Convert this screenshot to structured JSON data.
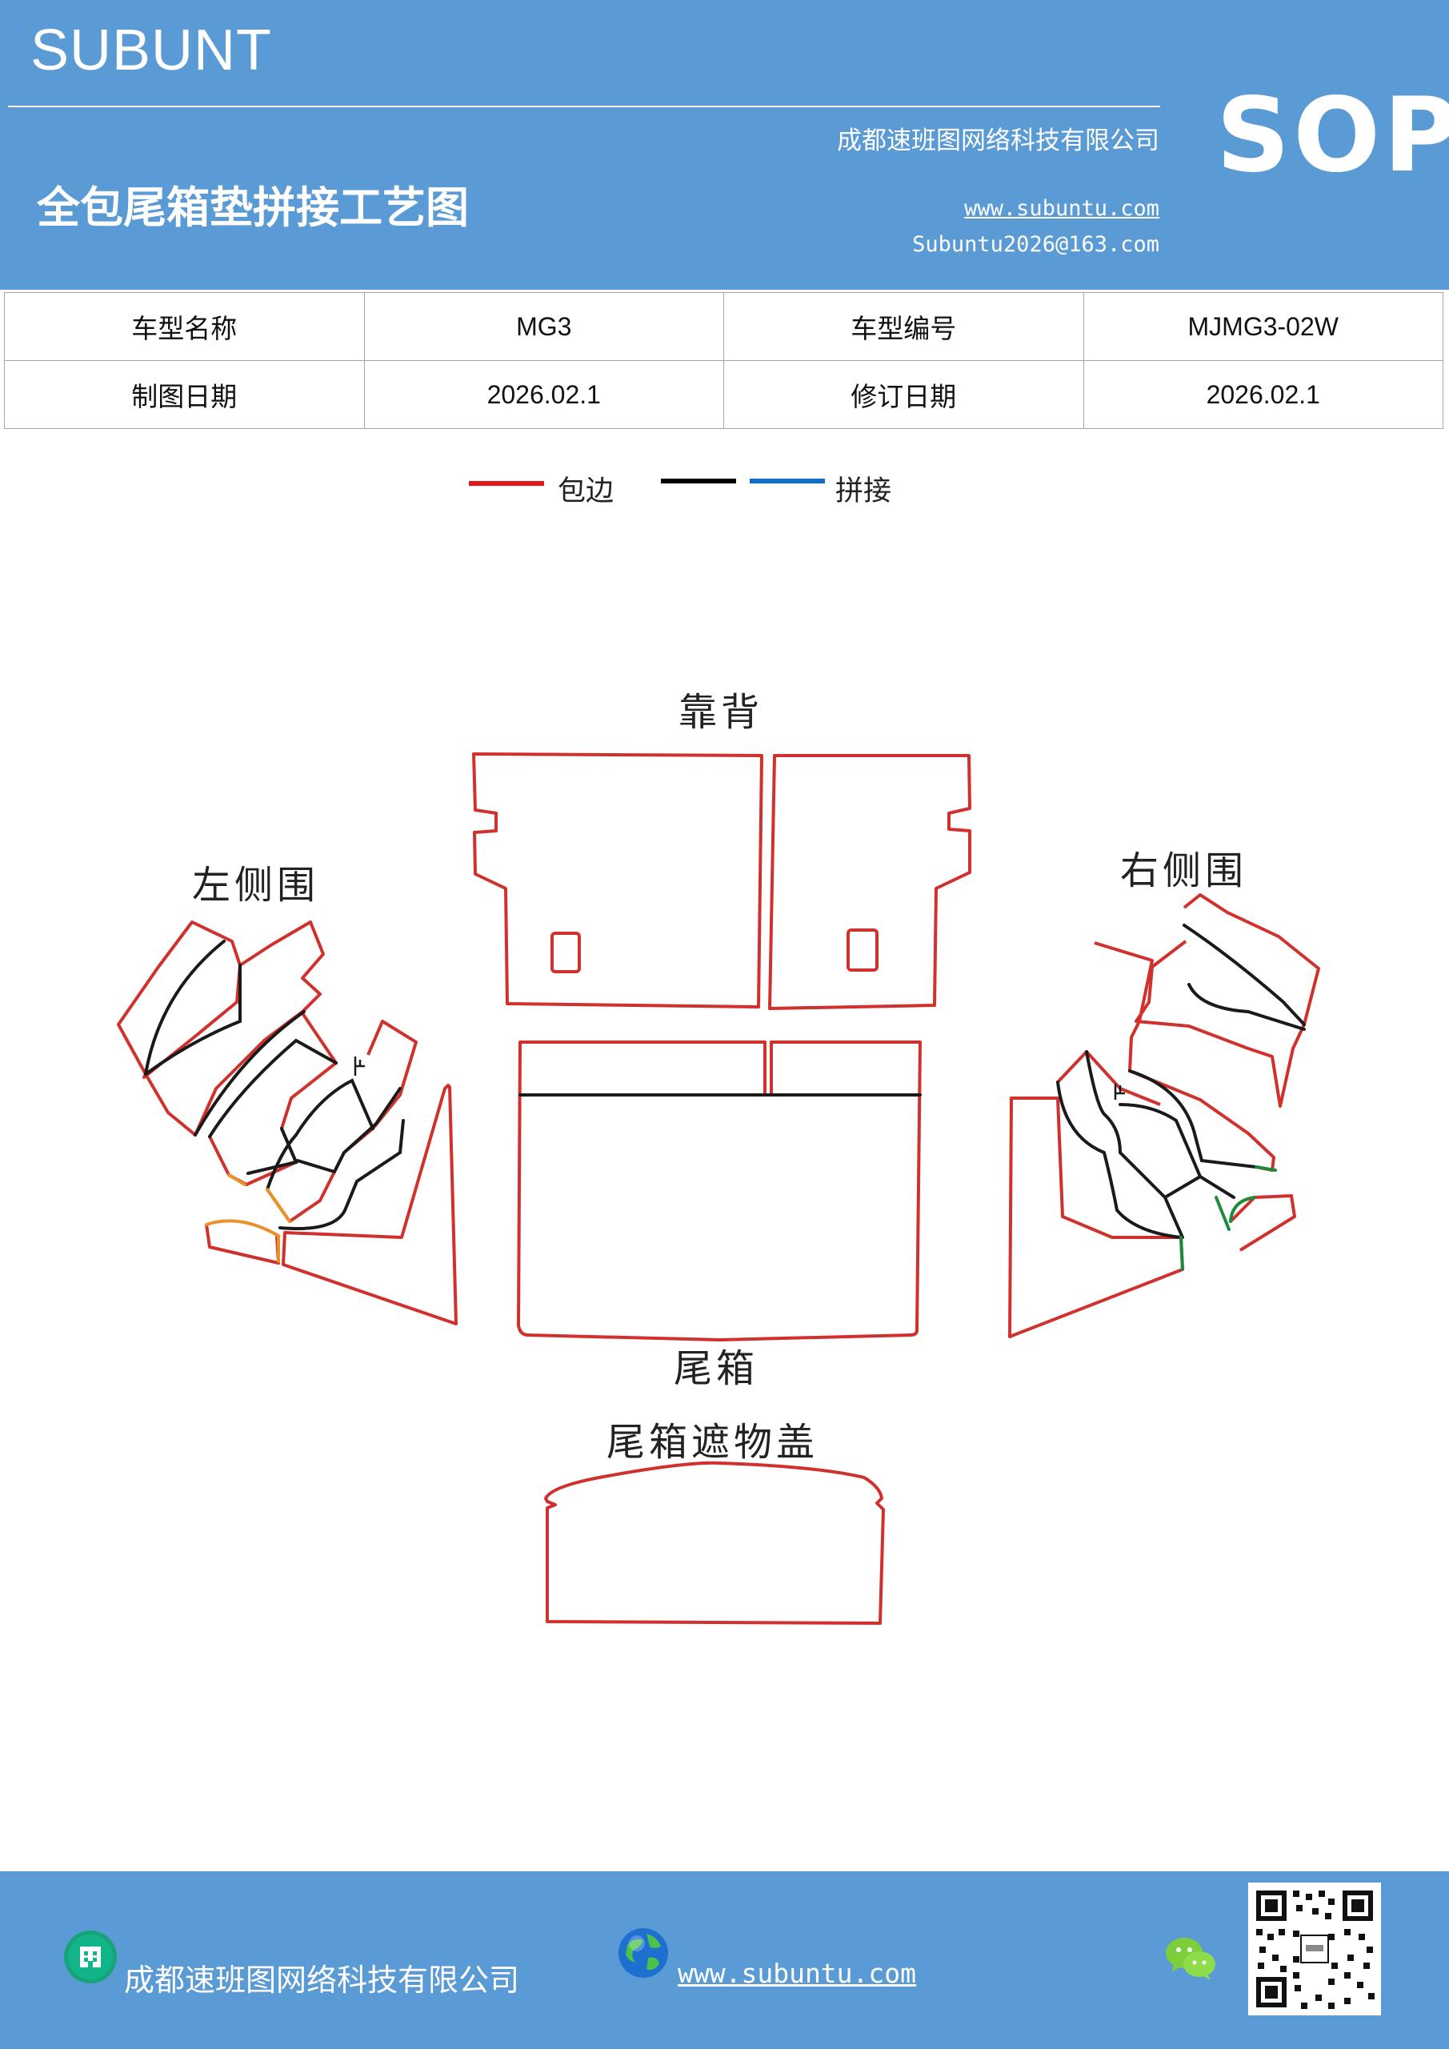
{
  "header": {
    "brand": "SUBUNT",
    "company": "成都速班图网络科技有限公司",
    "title": "全包尾箱垫拼接工艺图",
    "website": "www.subuntu.com",
    "email": "Subuntu2026@163.com",
    "badge": "SOP",
    "background_color": "#5b9bd5"
  },
  "info_table": {
    "rows": [
      {
        "label1": "车型名称",
        "value1": "MG3",
        "label2": "车型编号",
        "value2": "MJMG3-02W"
      },
      {
        "label1": "制图日期",
        "value1": "2026.02.1",
        "label2": "修订日期",
        "value2": "2026.02.1"
      }
    ]
  },
  "legend": {
    "items": [
      {
        "color": "#e5151c",
        "label": "包边"
      },
      {
        "color": "#000000",
        "label": ""
      },
      {
        "color": "#0f6fc6",
        "label": "拼接"
      }
    ]
  },
  "diagram": {
    "labels": {
      "backrest": "靠背",
      "left_side": "左侧围",
      "right_side": "右侧围",
      "trunk": "尾箱",
      "cover": "尾箱遮物盖"
    },
    "colors": {
      "edge": "#d0312d",
      "seam": "#1a1a1a",
      "accent_orange": "#e8922a",
      "accent_green": "#1e8a3c"
    }
  },
  "footer": {
    "company": "成都速班图网络科技有限公司",
    "website": "www.subuntu.com",
    "icons": [
      "building-icon",
      "globe-icon",
      "wechat-icon",
      "qr-code"
    ]
  }
}
